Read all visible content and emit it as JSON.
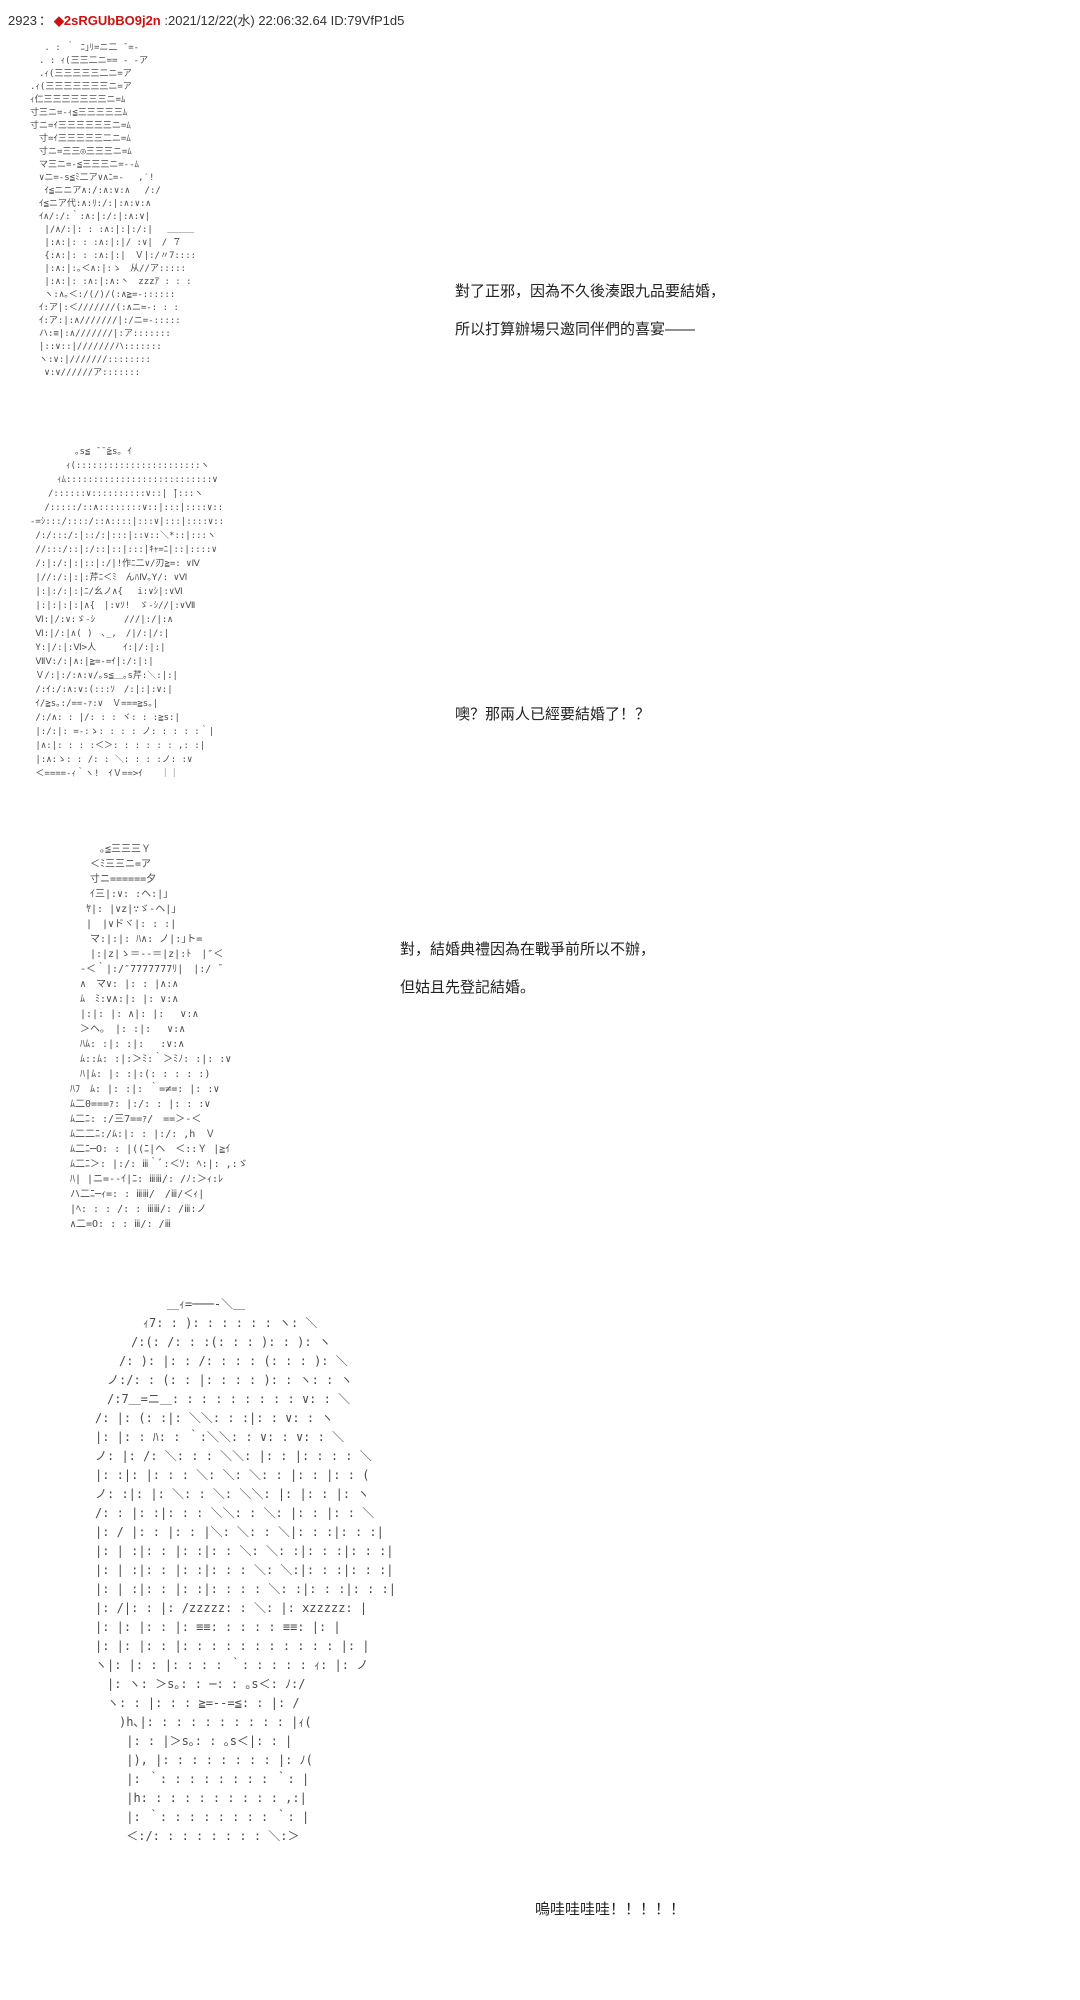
{
  "post": {
    "number": "2923",
    "separator": "：",
    "tripcode": "◆2sRGUbBO9j2n",
    "meta": ":2021/12/22(水) 22:06:32.64 ID:79VfP1d5"
  },
  "colors": {
    "tripcode": "#cc1111",
    "text": "#333333",
    "aa": "#4a4a4a",
    "background": "#ffffff"
  },
  "blocks": [
    {
      "aa": [
        "　 . : ｀ ﾆ｣ﾘ=ニ二 ̄ =-",
        "　. : ｨ(三三二ニ== ‐ ‐ア",
        "　.ｨ(三三三三三二ニ=ア",
        ".ｨ(三三三三三三三ニ=ア",
        "ｨ仁三三三三三三三ニ=ﾑ",
        "寸三ニ=‐ｨ≦三三三三三ﾑ",
        "寸ニ=ｲ三三三三三三ニ=ﾑ",
        "　寸=ｲ三三三三三二ニ=ﾑ",
        "　寸ニ=三三◎三三三ニ=ﾑ",
        "　マ三ニ=-≦三三三ニ=--ﾑ",
        "　∨ニ=-s≦ﾐ二ア∨∧ﾆ=-　 ,′!",
        "　 ｲ≦ニニア∧:/:∧:∨:∧　 /:/",
        "　ｲ≦ニア代:∧:ﾘ:/:|:∧:∨:∧",
        "　ｲ∧/:/:｀:∧:|:/:|:∧:∨|",
        "　 |/∧/:|: : :∧:|:|:/:|　 ＿＿＿",
        "　 |:∧:|: : :∧:|:|/ :∨|　/ ̄７",
        "　 {:∧:|: : :∧:|:|　Ｖ|:/〃7::::",
        "　 |:∧:|:｡＜∧:|:ゝ　从//ア:::::",
        "　 |:∧:|: :∧:|:∧:丶　zzzｱ : : :",
        "　 ヽ:∧｡＜:/(/)/(:∧≧=-::::::",
        "　ｲ:ア|:＜///////(:∧ニ=-: : :",
        "　ｲ:ア:|:∧///////|:/ニ=‐:::::",
        "　ハ:≡|:∧///////|:ア:::::::",
        "　|::∨::|///////ハ:::::::",
        "　ヽ:∨:|///////::::::::",
        "　 ∨:∨//////ア:::::::"
      ],
      "dialogue": [
        "對了正邪，因為不久後湊跟九品要結婚，",
        "所以打算辦場只邀同伴們的喜宴——"
      ]
    },
    {
      "aa": [
        "　　　　　｡s≦ ̄ ̄ ̄≧s｡ ｲ",
        "　　　　ｨ(:::::::::::::::::::::::ヽ",
        "　　　ｨﾑ:::::::::::::::::::::::::::∨",
        "　　/::::::∨::::::::::∨::| ̄|:::ヽ",
        "　 /:::::/::∧::::::::∨::|:::|::::∨::",
        "-=ｼ:::/::::/::∧::::|:::∨|:::|::::∨::",
        " /:/:::/:|::/:|:::|::∨::＼*::|:::ヽ",
        " //:::/::|:/::|::|:::|ｷｬ=ﾆ|::|::::∨",
        " /:|:/:|:|::|:/|!作ﾆ二∨/刃≧=: ∨Ⅳ",
        " |//:/:|:|:芹ﾆ＜ﾐ　んﾊⅣ｡Y/: ∨Ⅵ",
        " |:|:/:|:|ﾆ/幺ノ∧{　 i:∨ｼ|:∨Ⅵ",
        " |:|:|:|:|∧{　|:∨ｿ!　ゞ-ｼ//|:∨Ⅶ",
        " Ⅵ:|/:∨:ゞ-ｼ　 　 ///|:/|:∧",
        " Ⅵ:|/:|∧( )　､_,　/|/:|/:|",
        " Y:|/:|:Ⅵ>人　　　ｲ:|/:|:|",
        " ⅦⅤ:/:|∧:|≧=-=ｲ|:/:|:|",
        " Ｖ/:|:/:∧:∨/｡s≦＿｡s芹:＼:|:|",
        " /:ｲ:/:∧:∨:(:::ｿ　/:|:|:∨:|",
        " ｲ/≧s｡:/==-ｧ:∨　Ｖ===≧s｡|",
        " /:/∧: : |/: : : ヾ: : :≧s:|",
        " |:/:|: =‐:ゝ: : : : ノ: : : : :｀|",
        " |∧:|: : : :＜＞: : : : : : ,: :|",
        " |:∧:ゝ: : /: : ＼: : : :ノ: :∨",
        " ＜====-ｨ｀ヽ!　ｲＶ==>ｲ　　｜｜"
      ],
      "dialogue": [
        "噢？那兩人已經要結婚了！？"
      ]
    },
    {
      "aa": [
        "　　　　｡≦三三三Ｙ",
        "　　　＜ﾐ三三ニ=ア",
        "　　　寸ニ======夕",
        "　　　ｲ三|:∨: :ヘ:|｣",
        "　　 ﾔ|: |∨z|∵ゞ‐ヘ|｣",
        "　　 |　|∨ドヾ|: : :|",
        "　　　マ:|:|: ﾊ∧: ノ|:｣ト=",
        "　　　|:|z|ゝ＝--＝|z|:ﾄ　|″＜",
        "　　‐＜｀|:/″7777777ﾘ|　|:/ ̄",
        "　　∧　マ∨: |: : |∧:∧",
        "　　ﾑ　ﾐ:∨∧:|: |: ∨:∧",
        "　　|:|: |: ∧|: |: 　∨:∧",
        "　　＞ヘ｡　|: :|: 　∨:∧",
        "　　ﾊﾑ: :|: :|: 　:∨:∧",
        "　　ﾑ::ﾑ: :|:＞ﾐ:｀＞ﾐﾉ: :|: :∨",
        "　　ﾊ|ﾑ: |: :|:(: : : : :)",
        "　ﾊﾌ　ﾑ: |: :|: ｀=≠=: |: :∨",
        "　ﾑ二0===ｧ: |:/: : |: : :∨",
        "　ﾑ二ﾆ: :/三7==ｧ/　==＞-＜",
        "　ﾑ二二ﾆ:/ﾑ:|: : |:/: ,h　Ｖ",
        "　ﾑ二ﾆ─O: : |((ﾆ|ヘ　＜::Ｙ |≧ｲ",
        "　ﾑ二ﾆ＞: |:/: ⅲ｀ﾞ:＜ｿ: ﾍ:|: ,:ゞ",
        "　ﾊ| |ニ=--ｲ|ﾆ: ⅲⅲ/: /ﾉ:＞ｨ:ﾚ",
        "　ハ二ﾆ─ｨ=: : ⅲⅲ/　/ⅲ/＜ｨ|",
        "　|ﾍ: : : /: : ⅲⅲ/: /ⅲ:ノ",
        "　∧二=O: : : ⅲ/: /ⅲ"
      ],
      "dialogue": [
        "對，結婚典禮因為在戰爭前所以不辦，",
        "但姑且先登記結婚。"
      ]
    },
    {
      "aa": [
        "　　　　　　＿ｨ=───-＼＿",
        "　　　　ｨ7: : ): : : : : : ヽ: ＼",
        "　　　/:(: /: : :(: : : ): : ): ヽ",
        "　　/: ): |: : /: : : : (: : : ): ＼",
        "　ノ:/: : (: : |: : : : ): : ヽ: : ヽ",
        "　/:7＿=ニ＿: : : : : : : : : ∨: : ＼",
        "/: |: (: :|: ＼＼: : :|: : ∨: : ヽ",
        "|: |: : ﾊ: : ｀:＼＼: : ∨: : ∨: : ＼",
        "ノ: |: /: ＼: : : ＼＼: |: : |: : : : ＼",
        "|: :|: |: : : ＼: ＼: ＼: : |: : |: : (",
        "ノ: :|: |: ＼: : ＼: ＼＼: |: |: : |: ヽ",
        "/: : |: :|: : : ＼＼: : ＼: |: : |: : ＼",
        "|: / |: : |: : |＼: ＼: : ＼|: : :|: : :|",
        "|: | :|: : |: :|: : ＼: ＼: :|: : :|: : :|",
        "|: | :|: : |: :|: : : ＼: ＼:|: : :|: : :|",
        "|: | :|: : |: :|: : : : ＼: :|: : :|: : :|",
        "|: /|: : |: /zzzzz: : ＼: |: xzzzzz: |",
        "|: |: |: : |: ≡≡: : : : : ≡≡: |: |",
        "|: |: |: : |: : : : : : : : : : : |: |",
        "ヽ|: |: : |: : : : ｀: : : : : ｨ: |: ノ",
        "　|: ヽ: ＞s｡: : ─: : ｡s＜: ﾉ:/",
        "　ヽ: : |: : : ≧=--=≦: : |: /",
        "　　)h､|: : : : : : : : : : |ｨ(",
        "　　 |: : |＞s｡: : ｡s＜|: : |",
        "　　 |), |: : : : : : : : |: ﾉ(",
        "　　 |: ｀: : : : : : : : ｀: |",
        "　　 |h: : : : : : : : : : ,:|",
        "　　 |: ｀: : : : : : : : ｀: |",
        "　　 ＜:/: : : : : : : : ＼:＞"
      ],
      "dialogue": [
        "嗚哇哇哇哇！！！！！"
      ]
    }
  ]
}
